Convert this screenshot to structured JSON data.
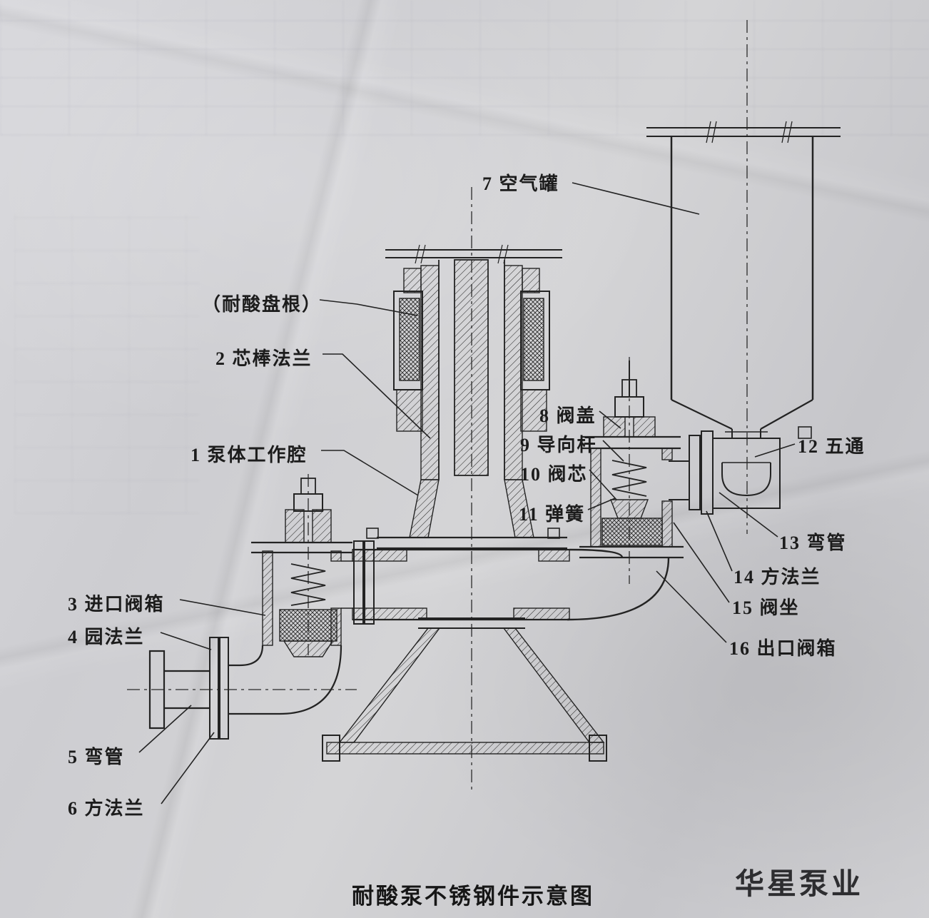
{
  "figure": {
    "caption": "耐酸泵不锈钢件示意图",
    "watermark": "华星泵业",
    "labels": {
      "packing": "（耐酸盘根）",
      "n1": "1 泵体工作腔",
      "n2": "2 芯棒法兰",
      "n3": "3 进口阀箱",
      "n4": "4 园法兰",
      "n5": "5 弯管",
      "n6": "6 方法兰",
      "n7": "7 空气罐",
      "n8": "8 阀盖",
      "n9": "9 导向杆",
      "n10": "10 阀芯",
      "n11": "11 弹簧",
      "n12": "12 五通",
      "n13": "13 弯管",
      "n14": "14 方法兰",
      "n15": "15 阀坐",
      "n16": "16 出口阀箱"
    },
    "colors": {
      "ink": "#232323",
      "paper": "#cfcfd3"
    }
  }
}
